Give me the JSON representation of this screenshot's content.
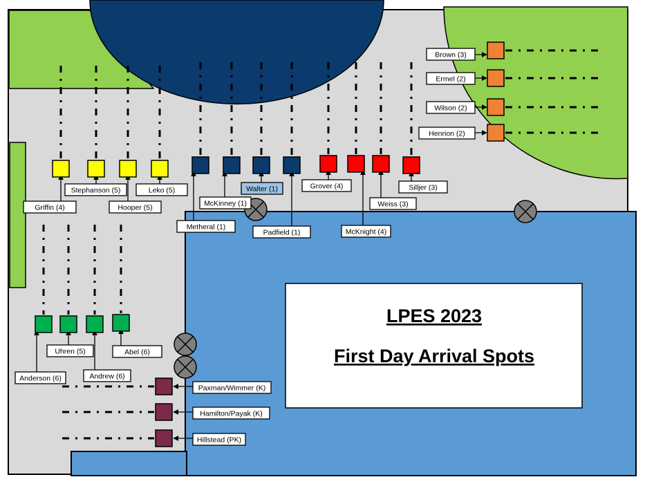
{
  "title": {
    "line1": "LPES 2023",
    "line2": "First Day Arrival Spots"
  },
  "colors": {
    "yellow": "#ffff00",
    "navy": "#0b3a6c",
    "red": "#ff0000",
    "orange": "#f08234",
    "green": "#00b050",
    "maroon": "#7b2a4a",
    "lawn": "#92d050",
    "pavement": "#d9d9d9",
    "building": "#5b9bd5",
    "highlight": "#9dc3e6"
  },
  "spots": [
    {
      "label": "Griffin (4)",
      "color": "yellow"
    },
    {
      "label": "Stephanson (5)",
      "color": "yellow"
    },
    {
      "label": "Hooper (5)",
      "color": "yellow"
    },
    {
      "label": "Leko (5)",
      "color": "yellow"
    },
    {
      "label": "Metheral (1)",
      "color": "navy"
    },
    {
      "label": "McKinney (1)",
      "color": "navy"
    },
    {
      "label": "Walter (1)",
      "color": "navy"
    },
    {
      "label": "Padfield (1)",
      "color": "navy"
    },
    {
      "label": "Grover (4)",
      "color": "red"
    },
    {
      "label": "McKnight (4)",
      "color": "red"
    },
    {
      "label": "Weiss (3)",
      "color": "red"
    },
    {
      "label": "Silljer (3)",
      "color": "red"
    },
    {
      "label": "Brown (3)",
      "color": "orange"
    },
    {
      "label": "Ermel (2)",
      "color": "orange"
    },
    {
      "label": "Wilson (2)",
      "color": "orange"
    },
    {
      "label": "Henrion (2)",
      "color": "orange"
    },
    {
      "label": "Anderson (6)",
      "color": "green"
    },
    {
      "label": "Uhren (5)",
      "color": "green"
    },
    {
      "label": "Andrew (6)",
      "color": "green"
    },
    {
      "label": "Abel (6)",
      "color": "green"
    },
    {
      "label": "Paxman/Wimmer (K)",
      "color": "maroon"
    },
    {
      "label": "Hamilton/Payak (K)",
      "color": "maroon"
    },
    {
      "label": "Hillstead (PK)",
      "color": "maroon"
    }
  ]
}
